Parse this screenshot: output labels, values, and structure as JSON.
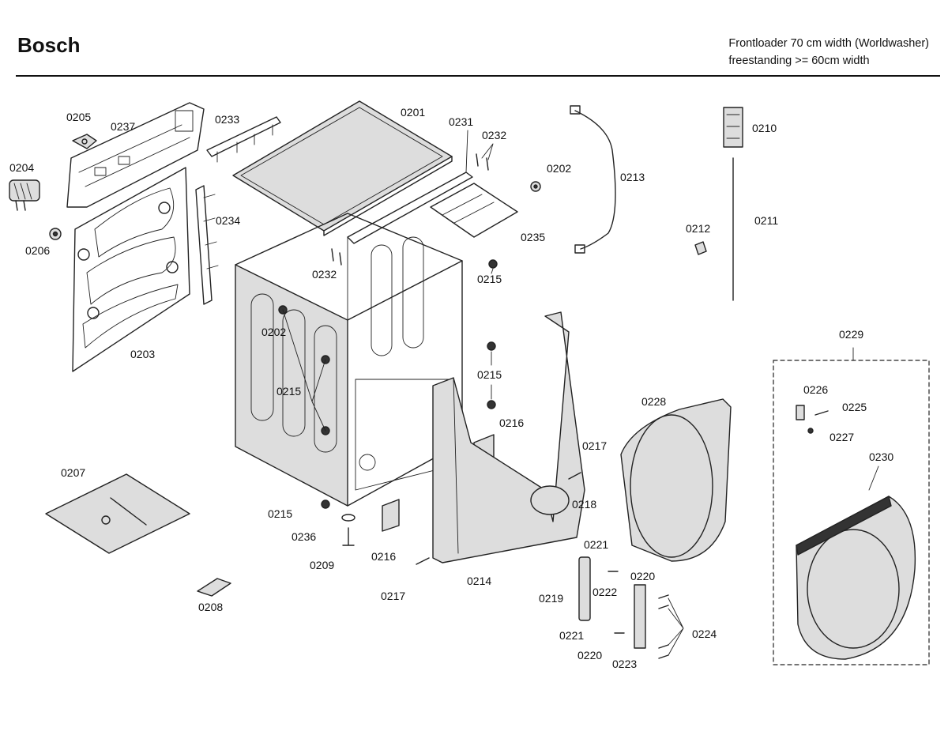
{
  "header": {
    "brand": "Bosch",
    "model_line1": "Frontloader 70 cm width (Worldwasher)",
    "model_line2": "freestanding >= 60cm width"
  },
  "labels": {
    "p0201": "0201",
    "p0202a": "0202",
    "p0202b": "0202",
    "p0203": "0203",
    "p0204": "0204",
    "p0205": "0205",
    "p0206": "0206",
    "p0207": "0207",
    "p0208": "0208",
    "p0209": "0209",
    "p0210": "0210",
    "p0211": "0211",
    "p0212": "0212",
    "p0213": "0213",
    "p0214": "0214",
    "p0215a": "0215",
    "p0215b": "0215",
    "p0215c": "0215",
    "p0215d": "0215",
    "p0216a": "0216",
    "p0216b": "0216",
    "p0217a": "0217",
    "p0217b": "0217",
    "p0218": "0218",
    "p0219": "0219",
    "p0220a": "0220",
    "p0220b": "0220",
    "p0221a": "0221",
    "p0221b": "0221",
    "p0222": "0222",
    "p0223": "0223",
    "p0224": "0224",
    "p0225": "0225",
    "p0226": "0226",
    "p0227": "0227",
    "p0228": "0228",
    "p0229": "0229",
    "p0230": "0230",
    "p0231": "0231",
    "p0232a": "0232",
    "p0232b": "0232",
    "p0233": "0233",
    "p0234": "0234",
    "p0235": "0235",
    "p0236": "0236",
    "p0237": "0237"
  }
}
